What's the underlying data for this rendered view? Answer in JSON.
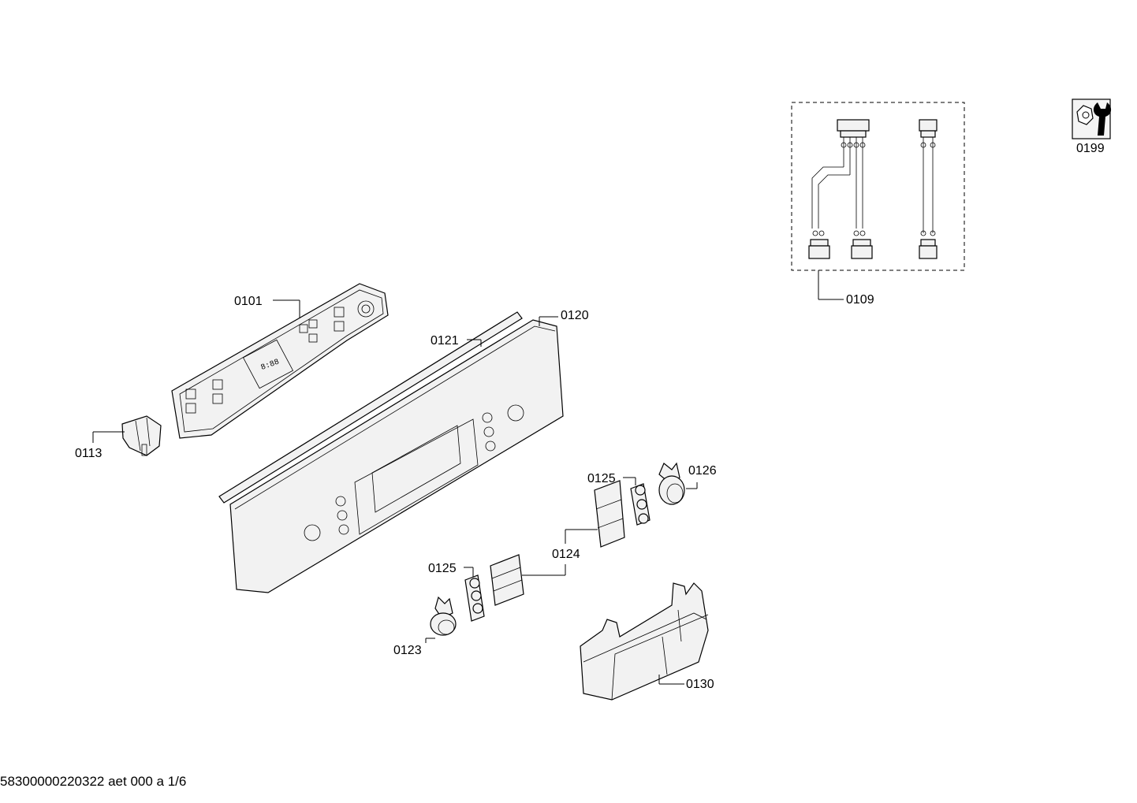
{
  "labels": {
    "p0101": "0101",
    "p0109": "0109",
    "p0113": "0113",
    "p0120": "0120",
    "p0121": "0121",
    "p0123": "0123",
    "p0124": "0124",
    "p0125a": "0125",
    "p0125b": "0125",
    "p0126": "0126",
    "p0130": "0130",
    "p0199": "0199"
  },
  "display_text": "8:88",
  "footer": "58300000220322 aet 000 a 1/6"
}
